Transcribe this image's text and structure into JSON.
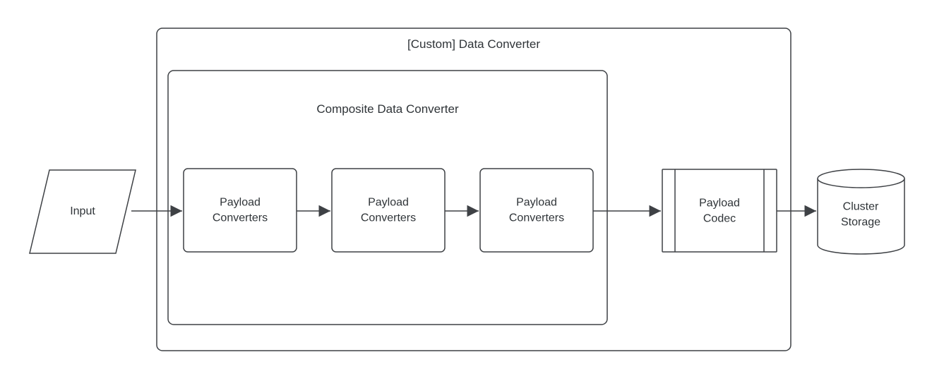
{
  "diagram": {
    "outer_container": {
      "title": "[Custom] Data Converter"
    },
    "inner_container": {
      "title": "Composite Data Converter"
    },
    "nodes": {
      "input": {
        "label": "Input",
        "shape": "parallelogram"
      },
      "payload_converter_1": {
        "label": "Payload Converters",
        "shape": "rounded-rectangle"
      },
      "payload_converter_2": {
        "label": "Payload Converters",
        "shape": "rounded-rectangle"
      },
      "payload_converter_3": {
        "label": "Payload Converters",
        "shape": "rounded-rectangle"
      },
      "payload_codec": {
        "label": "Payload Codec",
        "shape": "predefined-process"
      },
      "cluster_storage": {
        "label": "Cluster Storage",
        "shape": "cylinder"
      }
    },
    "edges": [
      {
        "from": "input",
        "to": "payload_converter_1"
      },
      {
        "from": "payload_converter_1",
        "to": "payload_converter_2"
      },
      {
        "from": "payload_converter_2",
        "to": "payload_converter_3"
      },
      {
        "from": "payload_converter_3",
        "to": "payload_codec"
      },
      {
        "from": "payload_codec",
        "to": "cluster_storage"
      }
    ],
    "colors": {
      "stroke": "#3e4145",
      "text": "#2f3438",
      "background": "#ffffff"
    }
  }
}
